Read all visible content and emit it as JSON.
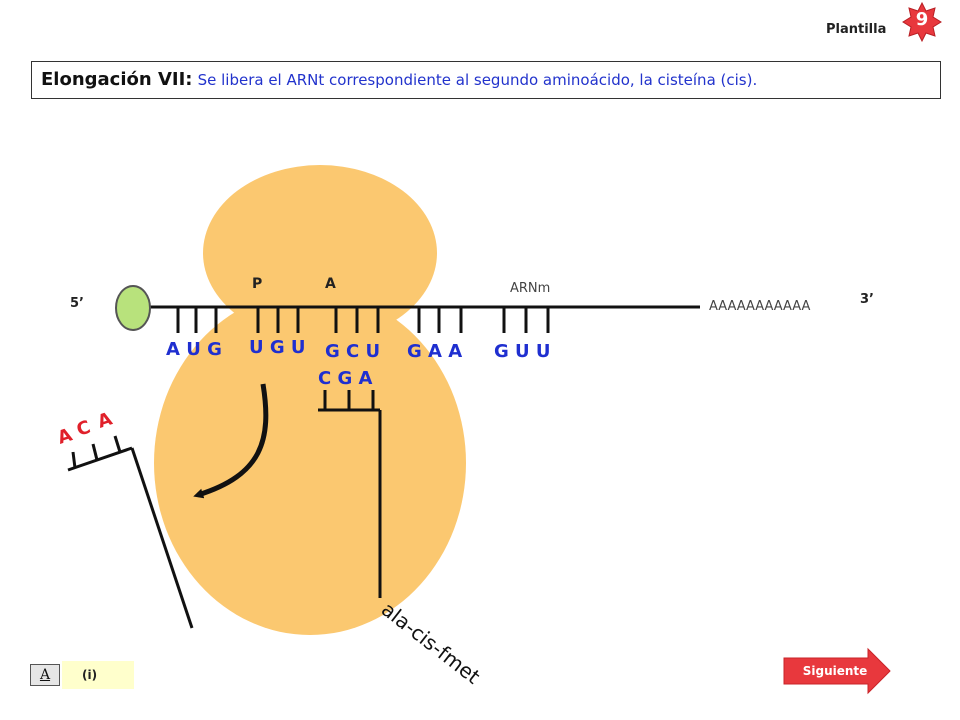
{
  "header": {
    "plantilla_label": "Plantilla",
    "slide_number": "9"
  },
  "title": {
    "bold": "Elongación VII:",
    "description": "Se libera el ARNt correspondiente  al segundo aminoácido, la cisteína (cis)."
  },
  "diagram": {
    "five_prime": "5’",
    "three_prime": "3’",
    "mrna_label": "ARNm",
    "poly_a_tail": "AAAAAAAAAAA",
    "site_p": "P",
    "site_a": "A",
    "codons": [
      "A U G",
      "U G U",
      "G C U",
      "G A A",
      "G U U"
    ],
    "anticodon_bound": "C G A",
    "released_trna_anticodon": [
      "A",
      "C",
      "A"
    ],
    "peptide_chain": "ala-cis-fmet"
  },
  "colors": {
    "ribosome": "#fbc870",
    "codon_text": "#1f2fd0",
    "released_text": "#e0202a",
    "cap": "#b8e27c",
    "badge": "#e8383d"
  },
  "footer": {
    "button_label": "A",
    "info_label": "(i)",
    "next_label": "Siguiente"
  }
}
